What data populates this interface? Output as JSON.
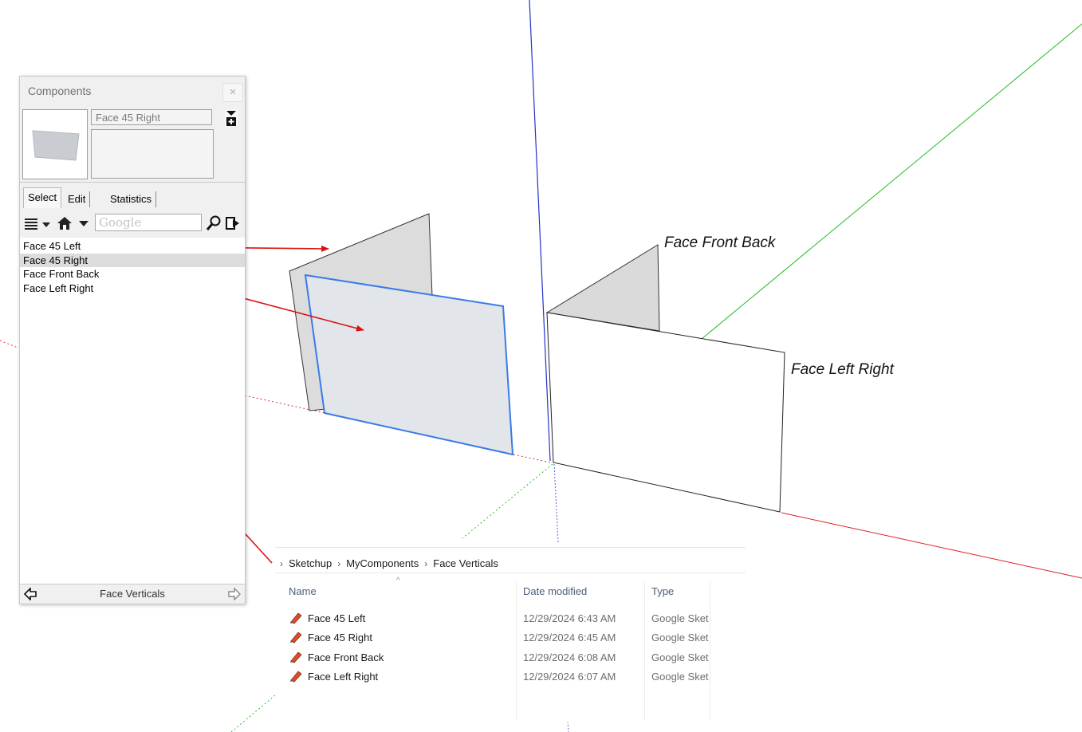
{
  "annotations": {
    "label_front_back": "Face Front Back",
    "label_left_right": "Face Left Right"
  },
  "colors": {
    "axis_red": "#e02020",
    "axis_green": "#22bb22",
    "axis_blue": "#2233cc",
    "selection_blue": "#3a7be8",
    "annotation_arrow": "#dd1111"
  },
  "components_panel": {
    "title": "Components",
    "close_icon": "close-icon",
    "name_value": "Face 45 Right",
    "tabs": [
      {
        "label": "Select",
        "active": true
      },
      {
        "label": "Edit",
        "active": false
      },
      {
        "label": "Statistics",
        "active": false
      }
    ],
    "search_placeholder": "Google",
    "items": [
      {
        "label": "Face 45 Left",
        "selected": false
      },
      {
        "label": "Face 45 Right",
        "selected": true
      },
      {
        "label": "Face Front Back",
        "selected": false
      },
      {
        "label": "Face Left Right",
        "selected": false
      }
    ],
    "footer_label": "Face Verticals"
  },
  "explorer": {
    "breadcrumb": [
      "Sketchup",
      "MyComponents",
      "Face Verticals"
    ],
    "columns": {
      "name": "Name",
      "date": "Date modified",
      "type": "Type"
    },
    "files": [
      {
        "name": "Face 45 Left",
        "date": "12/29/2024 6:43 AM",
        "type": "Google Sket"
      },
      {
        "name": "Face 45 Right",
        "date": "12/29/2024 6:45 AM",
        "type": "Google Sket"
      },
      {
        "name": "Face Front Back",
        "date": "12/29/2024 6:08 AM",
        "type": "Google Sket"
      },
      {
        "name": "Face Left Right",
        "date": "12/29/2024 6:07 AM",
        "type": "Google Sket"
      }
    ]
  }
}
